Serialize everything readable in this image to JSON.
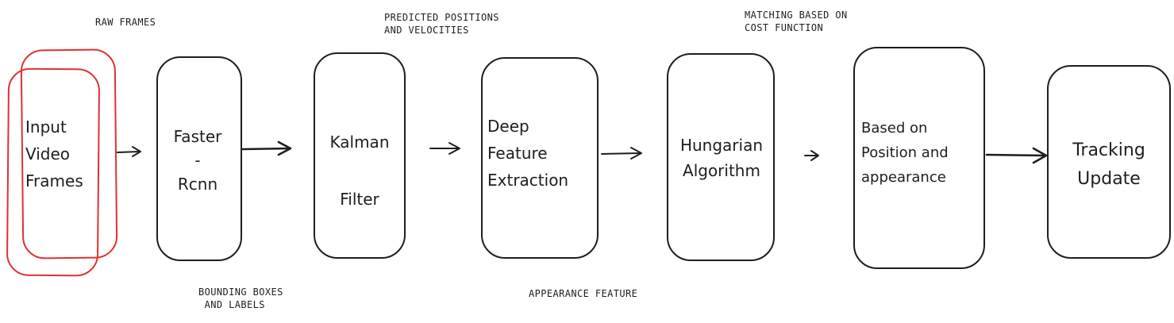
{
  "colors": {
    "stroke": "#1e1e1e",
    "highlight": "#e03131",
    "background": "#ffffff"
  },
  "nodes": {
    "input": {
      "line1": "Input",
      "line2": "Video",
      "line3": "Frames"
    },
    "faster_rcnn": {
      "line1": "Faster",
      "line2": "-",
      "line3": "Rcnn"
    },
    "kalman": {
      "line1": "Kalman",
      "line2": "Filter"
    },
    "deep_feature": {
      "line1": "Deep",
      "line2": "Feature",
      "line3": "Extraction"
    },
    "hungarian": {
      "line1": "Hungarian",
      "line2": "Algorithm"
    },
    "position": {
      "line1": "Based on",
      "line2": "Position and",
      "line3": "appearance"
    },
    "tracking": {
      "line1": "Tracking",
      "line2": "Update"
    }
  },
  "notes": {
    "raw_frames": "RAW FRAMES",
    "bounding_boxes": "BOUNDING BOXES\n AND LABELS",
    "predicted": "PREDICTED POSITIONS\nAND VELOCITIES",
    "appearance_feature": "APPEARANCE FEATURE",
    "matching": "MATCHING BASED ON\nCOST FUNCTION"
  }
}
